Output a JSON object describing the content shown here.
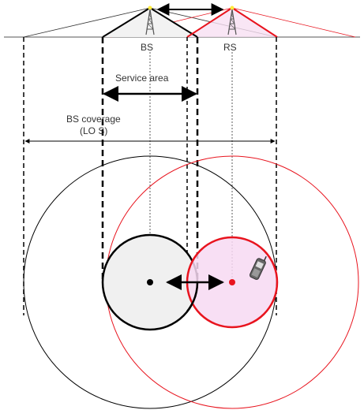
{
  "labels": {
    "bs": "BS",
    "rs": "RS",
    "service_area": "Service area",
    "bs_coverage_line1": "BS coverage",
    "bs_coverage_line2": "(LO S)"
  },
  "colors": {
    "bs": "#000000",
    "rs": "#e8141e",
    "bs_fill": "#f0f0f0",
    "rs_fill": "#f7d9f2",
    "tower": "#555555",
    "tip": "#ffeb3b"
  },
  "icons": {
    "bs_tower": "tower-icon",
    "rs_tower": "tower-icon",
    "mobile": "mobile-phone-icon"
  }
}
